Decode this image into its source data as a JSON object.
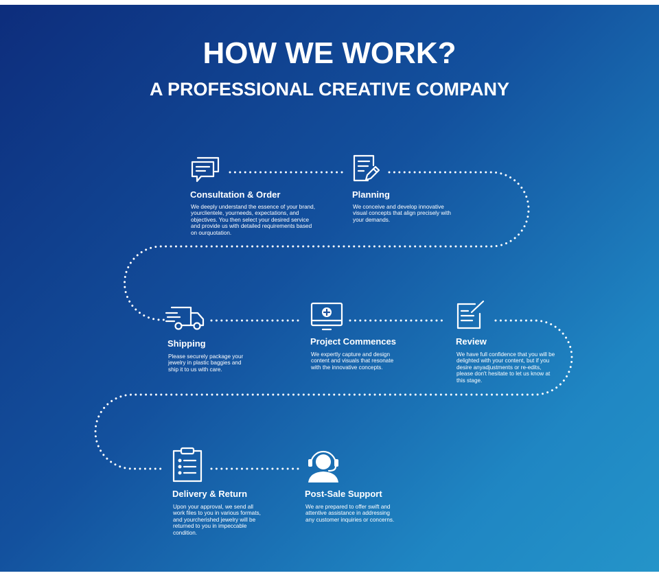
{
  "header": {
    "title": "HOW WE WORK?",
    "subtitle": "A PROFESSIONAL CREATIVE COMPANY"
  },
  "colors": {
    "gradient_start": "#0d2d7c",
    "gradient_end": "#2494c9",
    "foreground": "#ffffff"
  },
  "steps": [
    {
      "title": "Consultation & Order",
      "icon": "chat-bubbles-icon",
      "desc": "We deeply understand the essence of your brand, yourclientele, yourneeds, expectations, and objectives. You then select your desired service and provide us with detailed requirements based on ourquotation."
    },
    {
      "title": "Planning",
      "icon": "document-pencil-icon",
      "desc": "We conceive and develop innovative visual concepts that align precisely with your demands."
    },
    {
      "title": "Shipping",
      "icon": "delivery-truck-icon",
      "desc": "Please securely package your jewelry in plastic baggies and ship it to us with care."
    },
    {
      "title": "Project Commences",
      "icon": "monitor-plus-icon",
      "desc": "We expertly capture and design content and visuals that resonate with the innovative concepts."
    },
    {
      "title": "Review",
      "icon": "edit-document-icon",
      "desc": "We have full confidence that you will be delighted with your content, but if you desire anyadjustments or re-edits, please don't hesitate to let us know at this stage."
    },
    {
      "title": "Delivery & Return",
      "icon": "clipboard-list-icon",
      "desc": "Upon your approval, we send all work files to you in various formats, and yourcherished jewelry will be returned to you in impeccable condition."
    },
    {
      "title": "Post-Sale Support",
      "icon": "headset-support-icon",
      "desc": "We are prepared to offer swift and attentive assistance in addressing any customer inquiries or concerns."
    }
  ]
}
